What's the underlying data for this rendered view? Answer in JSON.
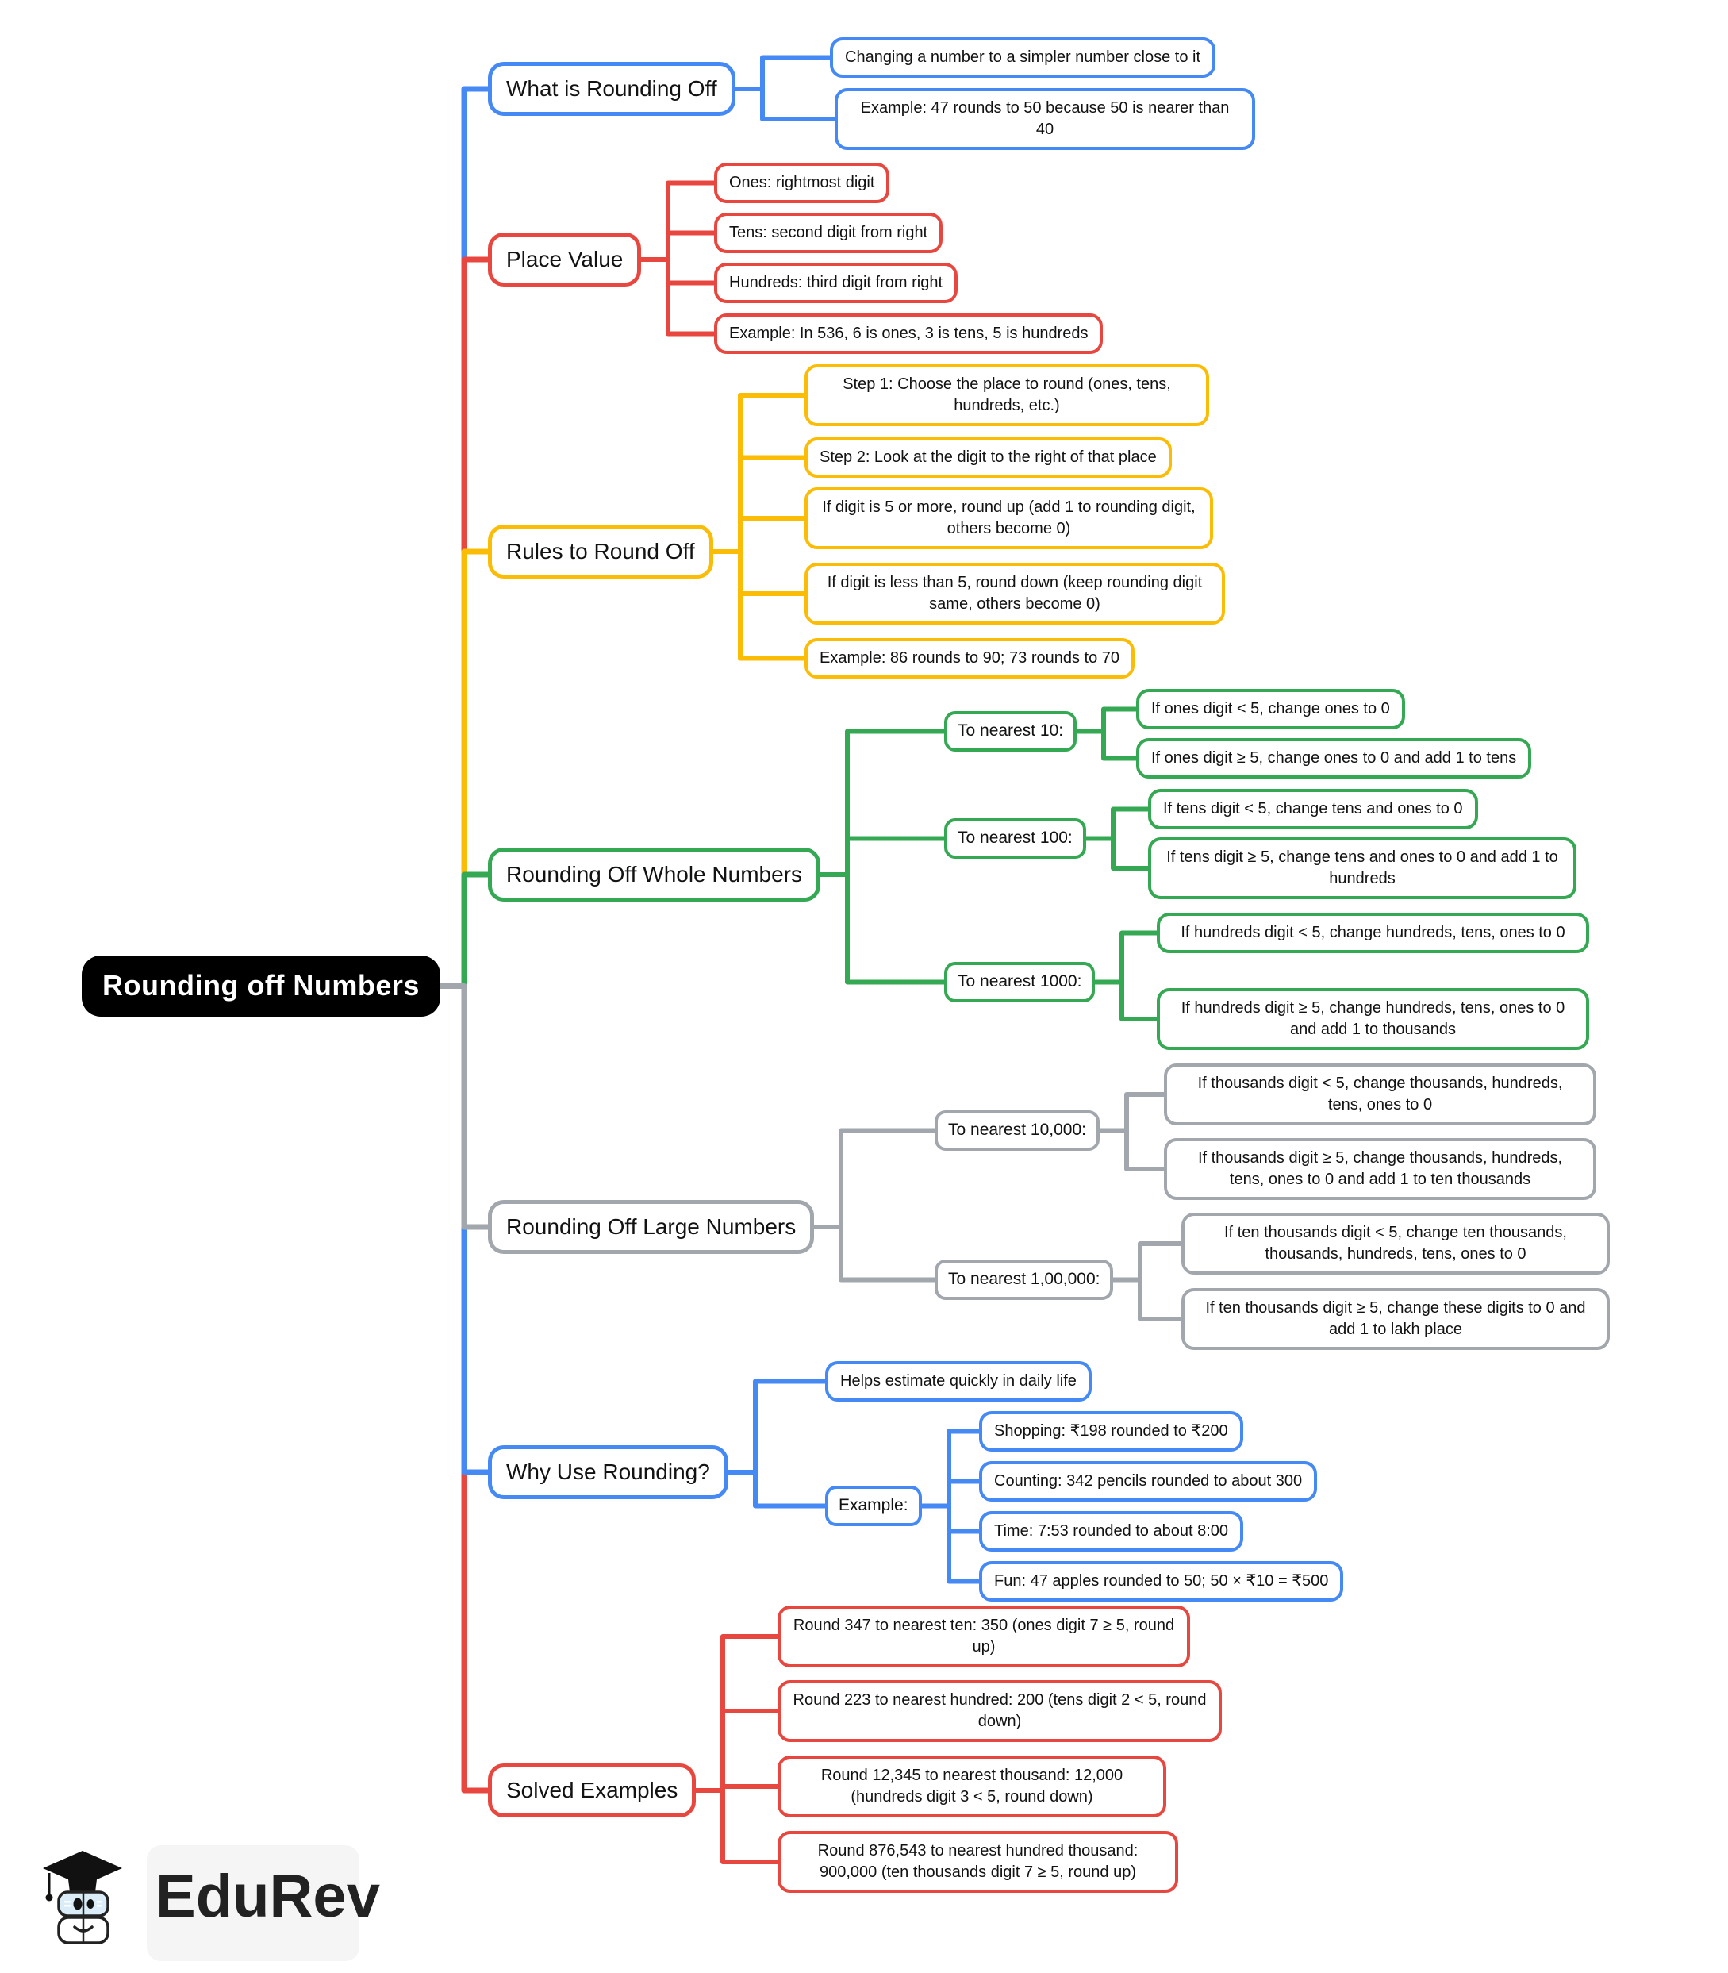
{
  "palette": {
    "blue": "#4589f5",
    "red": "#e8473f",
    "yellow": "#fbbc05",
    "green": "#34a853",
    "gray": "#a2a7ad",
    "root_bg": "#000000",
    "root_text": "#ffffff"
  },
  "root": {
    "label": "Rounding off Numbers"
  },
  "branches": [
    {
      "label": "What is Rounding Off",
      "color": "blue",
      "children": [
        {
          "label": "Changing a number to a simpler number close to it"
        },
        {
          "label": "Example: 47 rounds to 50 because 50 is nearer than 40"
        }
      ]
    },
    {
      "label": "Place Value",
      "color": "red",
      "children": [
        {
          "label": "Ones: rightmost digit"
        },
        {
          "label": "Tens: second digit from right"
        },
        {
          "label": "Hundreds: third digit from right"
        },
        {
          "label": "Example: In 536, 6 is ones, 3 is tens, 5 is hundreds"
        }
      ]
    },
    {
      "label": "Rules to Round Off",
      "color": "yellow",
      "children": [
        {
          "label": "Step 1: Choose the place to round (ones, tens, hundreds, etc.)"
        },
        {
          "label": "Step 2: Look at the digit to the right of that place"
        },
        {
          "label": "If digit is 5 or more, round up (add 1 to rounding digit, others become 0)"
        },
        {
          "label": "If digit is less than 5, round down (keep rounding digit same, others become 0)"
        },
        {
          "label": "Example: 86 rounds to 90; 73 rounds to 70"
        }
      ]
    },
    {
      "label": "Rounding Off Whole Numbers",
      "color": "green",
      "children": [
        {
          "label": "To nearest 10:",
          "children": [
            {
              "label": "If ones digit < 5, change ones to 0"
            },
            {
              "label": "If ones digit ≥ 5, change ones to 0 and add 1 to tens"
            }
          ]
        },
        {
          "label": "To nearest 100:",
          "children": [
            {
              "label": "If tens digit < 5, change tens and ones to 0"
            },
            {
              "label": "If tens digit ≥ 5, change tens and ones to 0 and add 1 to hundreds"
            }
          ]
        },
        {
          "label": "To nearest 1000:",
          "children": [
            {
              "label": "If hundreds digit < 5, change hundreds, tens, ones to 0"
            },
            {
              "label": "If hundreds digit ≥ 5, change hundreds, tens, ones to 0 and add 1 to thousands"
            }
          ]
        }
      ]
    },
    {
      "label": "Rounding Off Large Numbers",
      "color": "gray",
      "children": [
        {
          "label": "To nearest 10,000:",
          "children": [
            {
              "label": "If thousands digit < 5, change thousands, hundreds, tens, ones to 0"
            },
            {
              "label": "If thousands digit ≥ 5, change thousands, hundreds, tens, ones to 0 and add 1 to ten thousands"
            }
          ]
        },
        {
          "label": "To nearest 1,00,000:",
          "children": [
            {
              "label": "If ten thousands digit < 5, change ten thousands, thousands, hundreds, tens, ones to 0"
            },
            {
              "label": "If ten thousands digit ≥ 5, change these digits to 0 and add 1 to lakh place"
            }
          ]
        }
      ]
    },
    {
      "label": "Why Use Rounding?",
      "color": "blue",
      "children": [
        {
          "label": "Helps estimate quickly in daily life"
        },
        {
          "label": "Example:",
          "children": [
            {
              "label": "Shopping: ₹198 rounded to ₹200"
            },
            {
              "label": "Counting: 342 pencils rounded to about 300"
            },
            {
              "label": "Time: 7:53 rounded to about 8:00"
            },
            {
              "label": "Fun: 47 apples rounded to 50; 50 × ₹10 = ₹500"
            }
          ]
        }
      ]
    },
    {
      "label": "Solved Examples",
      "color": "red",
      "children": [
        {
          "label": "Round 347 to nearest ten: 350 (ones digit 7 ≥ 5, round up)"
        },
        {
          "label": "Round 223 to nearest hundred: 200 (tens digit 2 < 5, round down)"
        },
        {
          "label": "Round 12,345 to nearest thousand: 12,000 (hundreds digit 3 < 5, round down)"
        },
        {
          "label": "Round 876,543 to nearest hundred thousand: 900,000 (ten thousands digit 7 ≥ 5, round up)"
        }
      ]
    },
    {
      "label": "",
      "color": "gray",
      "children": []
    }
  ],
  "logo": {
    "brand": "EduRev"
  }
}
